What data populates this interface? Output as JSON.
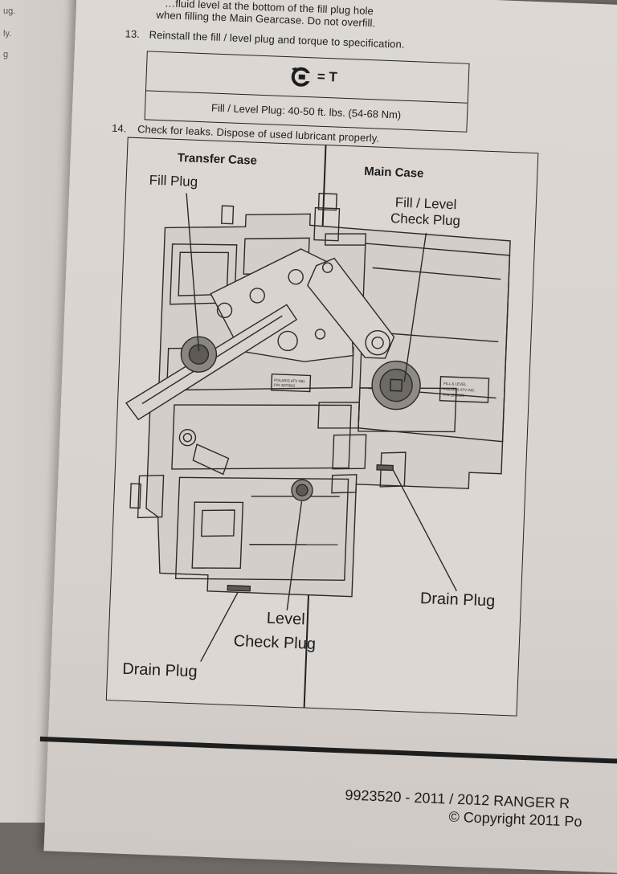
{
  "left_page": {
    "fragments": [
      "ug.",
      "ly.",
      "g"
    ]
  },
  "instructions": {
    "line_a": "…fluid level at the bottom of the fill plug hole",
    "line_b": "when filling the Main Gearcase. Do not overfill.",
    "step13_number": "13.",
    "step13_text": "Reinstall the fill / level plug and torque to specification.",
    "step14_number": "14.",
    "step14_text": "Check for leaks. Dispose of used lubricant properly."
  },
  "torque_table": {
    "symbol_text": "= T",
    "spec": "Fill / Level Plug: 40-50 ft. lbs. (54-68 Nm)"
  },
  "figure": {
    "left_heading": "Transfer Case",
    "right_heading": "Main Case",
    "callouts": {
      "fill_plug": "Fill Plug",
      "fill_level_check_plug_1": "Fill / Level",
      "fill_level_check_plug_2": "Check Plug",
      "level_check_plug_1": "Level",
      "level_check_plug_2": "Check Plug",
      "drain_plug_left": "Drain Plug",
      "drain_plug_right": "Drain Plug"
    },
    "label_left": [
      "POLARIS ATV IND.",
      "P/N 2870002"
    ],
    "label_right": [
      "FILL & LEVEL",
      "POLARIS ATV IND.",
      "P/N 2870003"
    ]
  },
  "footer": {
    "doc_line": "9923520 - 2011 / 2012 RANGER R",
    "copyright": "© Copyright 2011 Po"
  }
}
